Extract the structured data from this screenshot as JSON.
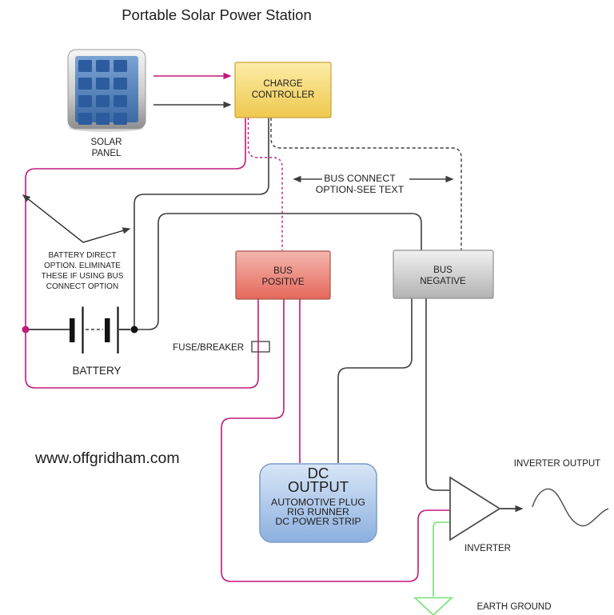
{
  "title": "Portable Solar Power Station",
  "watermark": "www.offgridham.com",
  "colors": {
    "wire_positive": "#c2187b",
    "wire_negative": "#3d3d3d",
    "wire_ground": "#74e274",
    "text": "#1d1d1d",
    "charge_controller_fill": "#f6d76f",
    "bus_positive_fill": "#ec8276",
    "bus_negative_fill": "#d2d2d2",
    "dc_output_fill": "#b2cbec",
    "solar_cell_fill": "#2d5c9e"
  },
  "nodes": {
    "solar_panel": {
      "label": [
        "SOLAR",
        "PANEL"
      ]
    },
    "charge_controller": {
      "label": [
        "CHARGE",
        "CONTROLLER"
      ]
    },
    "bus_positive": {
      "label": [
        "BUS",
        "POSITIVE"
      ]
    },
    "bus_negative": {
      "label": [
        "BUS",
        "NEGATIVE"
      ]
    },
    "battery": {
      "label": "BATTERY"
    },
    "fuse": {
      "label": "FUSE/BREAKER"
    },
    "dc_output": {
      "title": [
        "DC",
        "OUTPUT"
      ],
      "items": [
        "AUTOMOTIVE PLUG",
        "RIG RUNNER",
        "DC POWER STRIP"
      ]
    },
    "inverter": {
      "label": "INVERTER"
    },
    "inverter_output": {
      "label": "INVERTER OUTPUT"
    },
    "earth_ground": {
      "label": "EARTH GROUND"
    }
  },
  "annotations": {
    "bus_connect": {
      "lines": [
        "BUS CONNECT",
        "OPTION-SEE TEXT"
      ]
    },
    "battery_direct": {
      "lines": [
        "BATTERY DIRECT",
        "OPTION. ELIMINATE",
        "THESE IF USING BUS",
        "CONNECT OPTION"
      ]
    }
  }
}
